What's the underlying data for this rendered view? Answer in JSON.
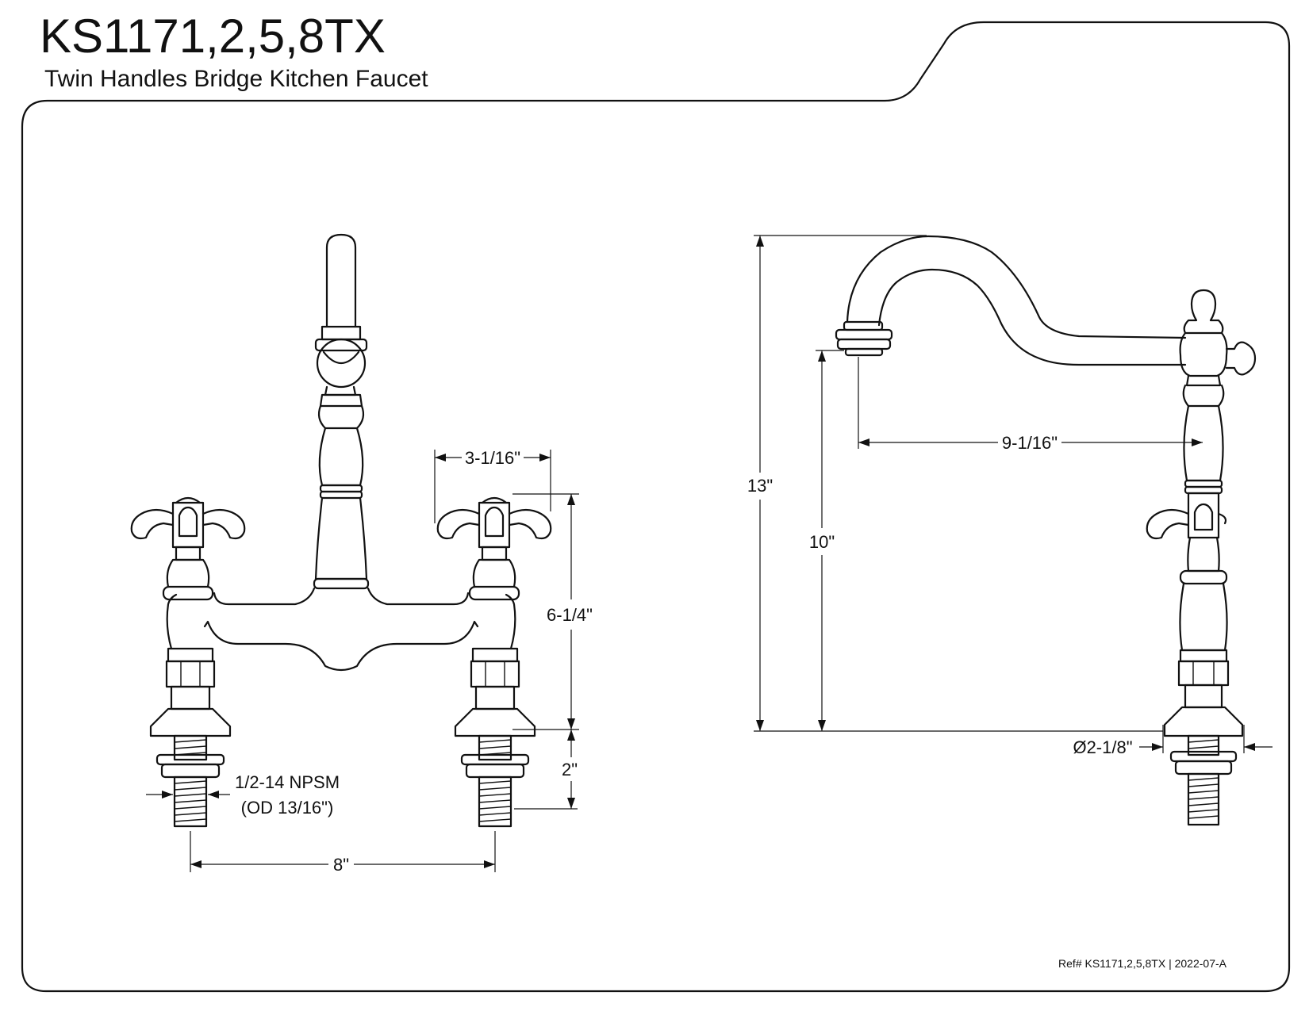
{
  "header": {
    "model": "KS1171,2,5,8TX",
    "description": "Twin Handles Bridge Kitchen Faucet"
  },
  "front_view": {
    "dim_handle_reach": "3-1/16\"",
    "dim_height_to_deck": "6-1/4\"",
    "dim_shank_length": "2\"",
    "dim_center_spread": "8\"",
    "thread_spec_line1": "1/2-14 NPSM",
    "thread_spec_line2": "(OD 13/16\")"
  },
  "side_view": {
    "dim_total_height": "13\"",
    "dim_spout_clearance": "10\"",
    "dim_spout_reach": "9-1/16\"",
    "dim_base_diameter": "Ø2-1/8\""
  },
  "footer": {
    "reference": "Ref# KS1171,2,5,8TX | 2022-07-A"
  }
}
